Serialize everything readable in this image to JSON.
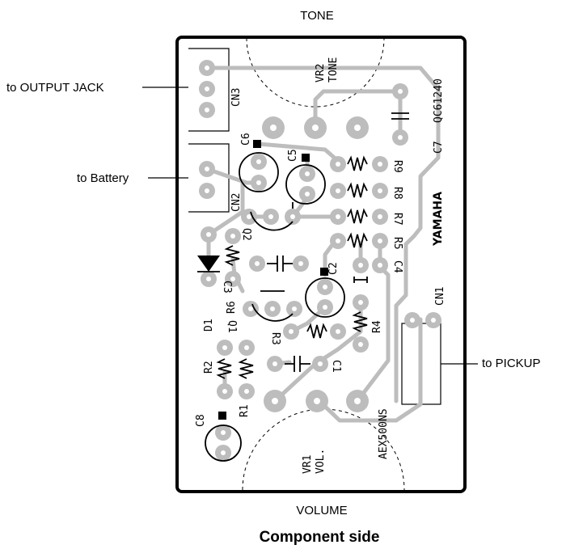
{
  "caption": "Component side",
  "pots": {
    "top": "TONE",
    "bottom": "VOLUME"
  },
  "connections": {
    "output_jack": "to OUTPUT JACK",
    "battery": "to Battery",
    "pickup": "to PICKUP"
  },
  "board": {
    "part_number": "QC61240",
    "brand": "YAMAHA",
    "model": "AEX500NS"
  },
  "silkscreen": {
    "cn3": "CN3",
    "cn2": "CN2",
    "cn1": "CN1",
    "vr2": "VR2",
    "vr2_name": "TONE",
    "vr1": "VR1",
    "vr1_name": "VOL.",
    "c1": "C1",
    "c2": "C2",
    "c3": "C3",
    "c4": "C4",
    "c5": "C5",
    "c6": "C6",
    "c7": "C7",
    "c8": "C8",
    "r1": "R1",
    "r2": "R2",
    "r3": "R3",
    "r4": "R4",
    "r5": "R5",
    "r6": "R6",
    "r7": "R7",
    "r8": "R8",
    "r9": "R9",
    "q1": "Q1",
    "q2": "Q2",
    "d1": "D1"
  },
  "colors": {
    "trace": "#bdbdbd",
    "ink": "#000000"
  }
}
